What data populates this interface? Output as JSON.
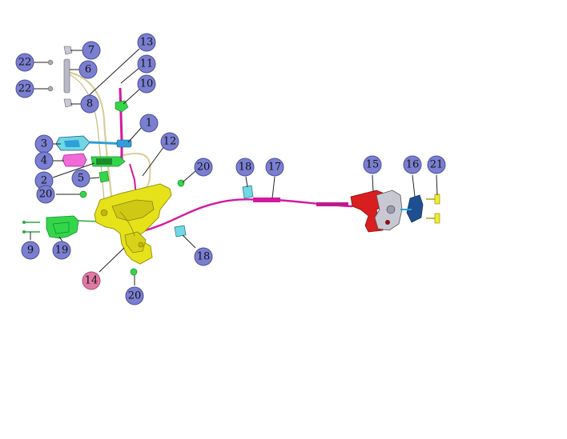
{
  "figure": {
    "type": "exploded-parts-diagram",
    "callouts": [
      {
        "id": "c7",
        "label": "7",
        "highlight": false
      },
      {
        "id": "c6",
        "label": "6",
        "highlight": false
      },
      {
        "id": "c22a",
        "label": "22",
        "highlight": false
      },
      {
        "id": "c22b",
        "label": "22",
        "highlight": false
      },
      {
        "id": "c8",
        "label": "8",
        "highlight": false
      },
      {
        "id": "c13",
        "label": "13",
        "highlight": false
      },
      {
        "id": "c11",
        "label": "11",
        "highlight": false
      },
      {
        "id": "c10",
        "label": "10",
        "highlight": false
      },
      {
        "id": "c1",
        "label": "1",
        "highlight": false
      },
      {
        "id": "c3",
        "label": "3",
        "highlight": false
      },
      {
        "id": "c12",
        "label": "12",
        "highlight": false
      },
      {
        "id": "c4",
        "label": "4",
        "highlight": false
      },
      {
        "id": "c2",
        "label": "2",
        "highlight": false
      },
      {
        "id": "c5",
        "label": "5",
        "highlight": false
      },
      {
        "id": "c20a",
        "label": "20",
        "highlight": false
      },
      {
        "id": "c20b",
        "label": "20",
        "highlight": false
      },
      {
        "id": "c18a",
        "label": "18",
        "highlight": false
      },
      {
        "id": "c17",
        "label": "17",
        "highlight": false
      },
      {
        "id": "c15",
        "label": "15",
        "highlight": false
      },
      {
        "id": "c16",
        "label": "16",
        "highlight": false
      },
      {
        "id": "c21",
        "label": "21",
        "highlight": false
      },
      {
        "id": "c9",
        "label": "9",
        "highlight": false
      },
      {
        "id": "c19",
        "label": "19",
        "highlight": false
      },
      {
        "id": "c18b",
        "label": "18",
        "highlight": false
      },
      {
        "id": "c14",
        "label": "14",
        "highlight": true
      },
      {
        "id": "c20c",
        "label": "20",
        "highlight": false
      }
    ],
    "part_colors": {
      "latch_body": "#e6e21a",
      "latch_outline": "#9a9410",
      "cable_magenta": "#d21aa0",
      "cable_beige": "#d8cf96",
      "striker_red": "#d81e1e",
      "blue_part": "#2f9fd8",
      "green_part": "#33d64a",
      "cyan_part": "#6fd8e0",
      "pink_part": "#f06ad8",
      "gray_part": "#9a9aaa",
      "dark_blue": "#1f4f90",
      "yellow_screw": "#f2ec2a"
    }
  }
}
